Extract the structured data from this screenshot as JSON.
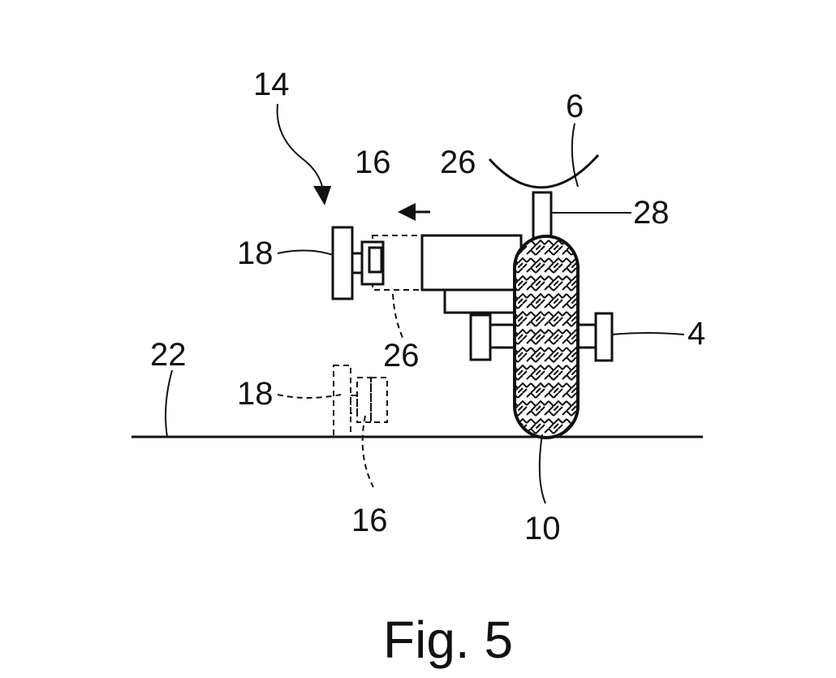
{
  "figure": {
    "caption": "Fig. 5",
    "labels": {
      "l14": "14",
      "l6": "6",
      "l16_top": "16",
      "l26_top": "26",
      "l28": "28",
      "l18_top": "18",
      "l4": "4",
      "l22": "22",
      "l26_mid": "26",
      "l18_low": "18",
      "l16_low": "16",
      "l10": "10"
    },
    "colors": {
      "ink": "#111111",
      "background": "#ffffff"
    }
  }
}
